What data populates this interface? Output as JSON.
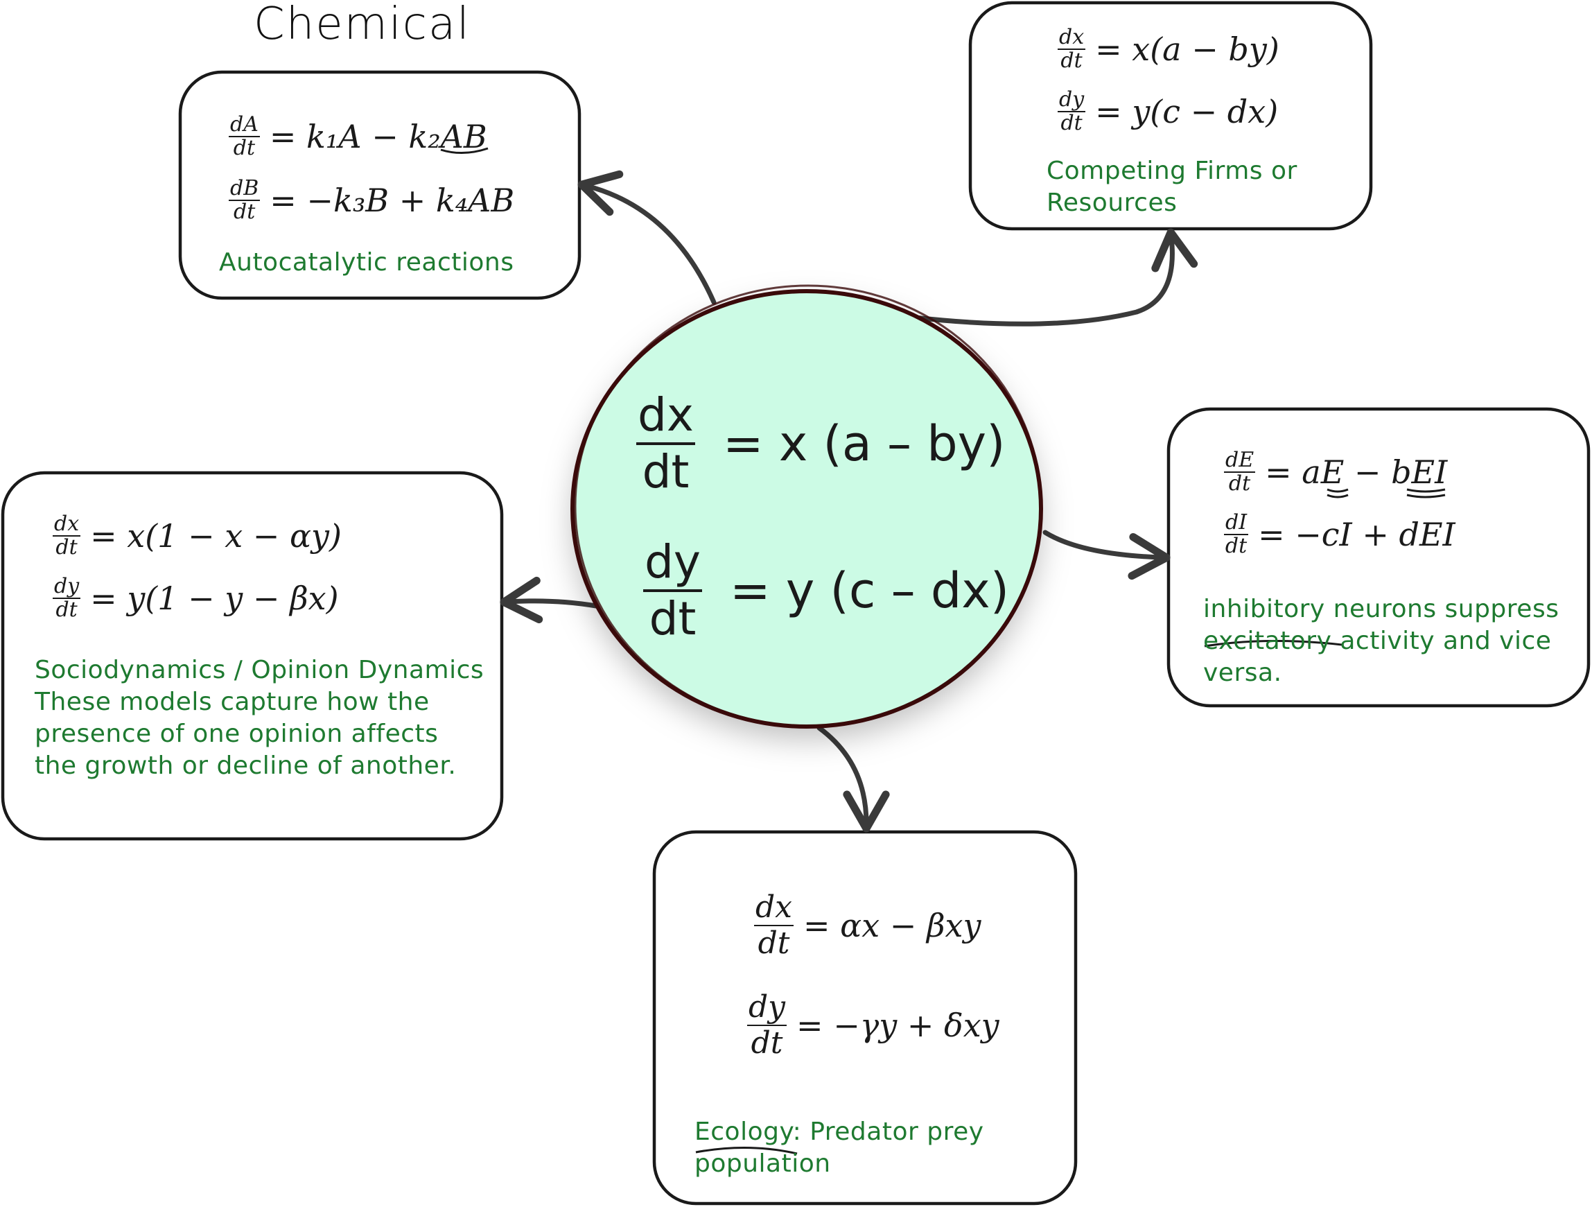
{
  "heading": "Chemical",
  "center": {
    "eq1": {
      "num": "dx",
      "den": "dt",
      "rhs": "=  x  (a – by)"
    },
    "eq2": {
      "num": "dy",
      "den": "dt",
      "rhs": "=   y  (c – dx)"
    }
  },
  "boxes": {
    "chemical": {
      "eq1": {
        "num": "dA",
        "den": "dt",
        "rhs": "= k₁A − k₂AB"
      },
      "eq2": {
        "num": "dB",
        "den": "dt",
        "rhs": "= −k₃B + k₄AB"
      },
      "note": "Autocatalytic reactions"
    },
    "firms": {
      "eq1": {
        "num": "dx",
        "den": "dt",
        "rhs": "= x(a − by)"
      },
      "eq2": {
        "num": "dy",
        "den": "dt",
        "rhs": "= y(c − dx)"
      },
      "note": "Competing Firms or Resources"
    },
    "neurons": {
      "eq1": {
        "num": "dE",
        "den": "dt",
        "rhs": "= aE − bEI"
      },
      "eq2": {
        "num": "dI",
        "den": "dt",
        "rhs": "= −cI + dEI"
      },
      "note": "inhibitory neurons suppress excitatory activity and vice versa."
    },
    "socio": {
      "eq1": {
        "num": "dx",
        "den": "dt",
        "rhs": "= x(1 − x − αy)"
      },
      "eq2": {
        "num": "dy",
        "den": "dt",
        "rhs": "= y(1 − y − βx)"
      },
      "note": "Sociodynamics / Opinion Dynamics These models capture how the presence of one opinion affects the growth or decline of another."
    },
    "ecology": {
      "eq1": {
        "num": "dx",
        "den": "dt",
        "rhs": "= αx − βxy"
      },
      "eq2": {
        "num": "dy",
        "den": "dt",
        "rhs": "= −γy + δxy"
      },
      "note": "Ecology: Predator prey population"
    }
  },
  "colors": {
    "circle_fill": "#ccfbe5",
    "circle_stroke": "#3a0a0a",
    "note_text": "#1e7a30",
    "arrow": "#3a3a3a",
    "box_stroke": "#1a1a1a"
  }
}
